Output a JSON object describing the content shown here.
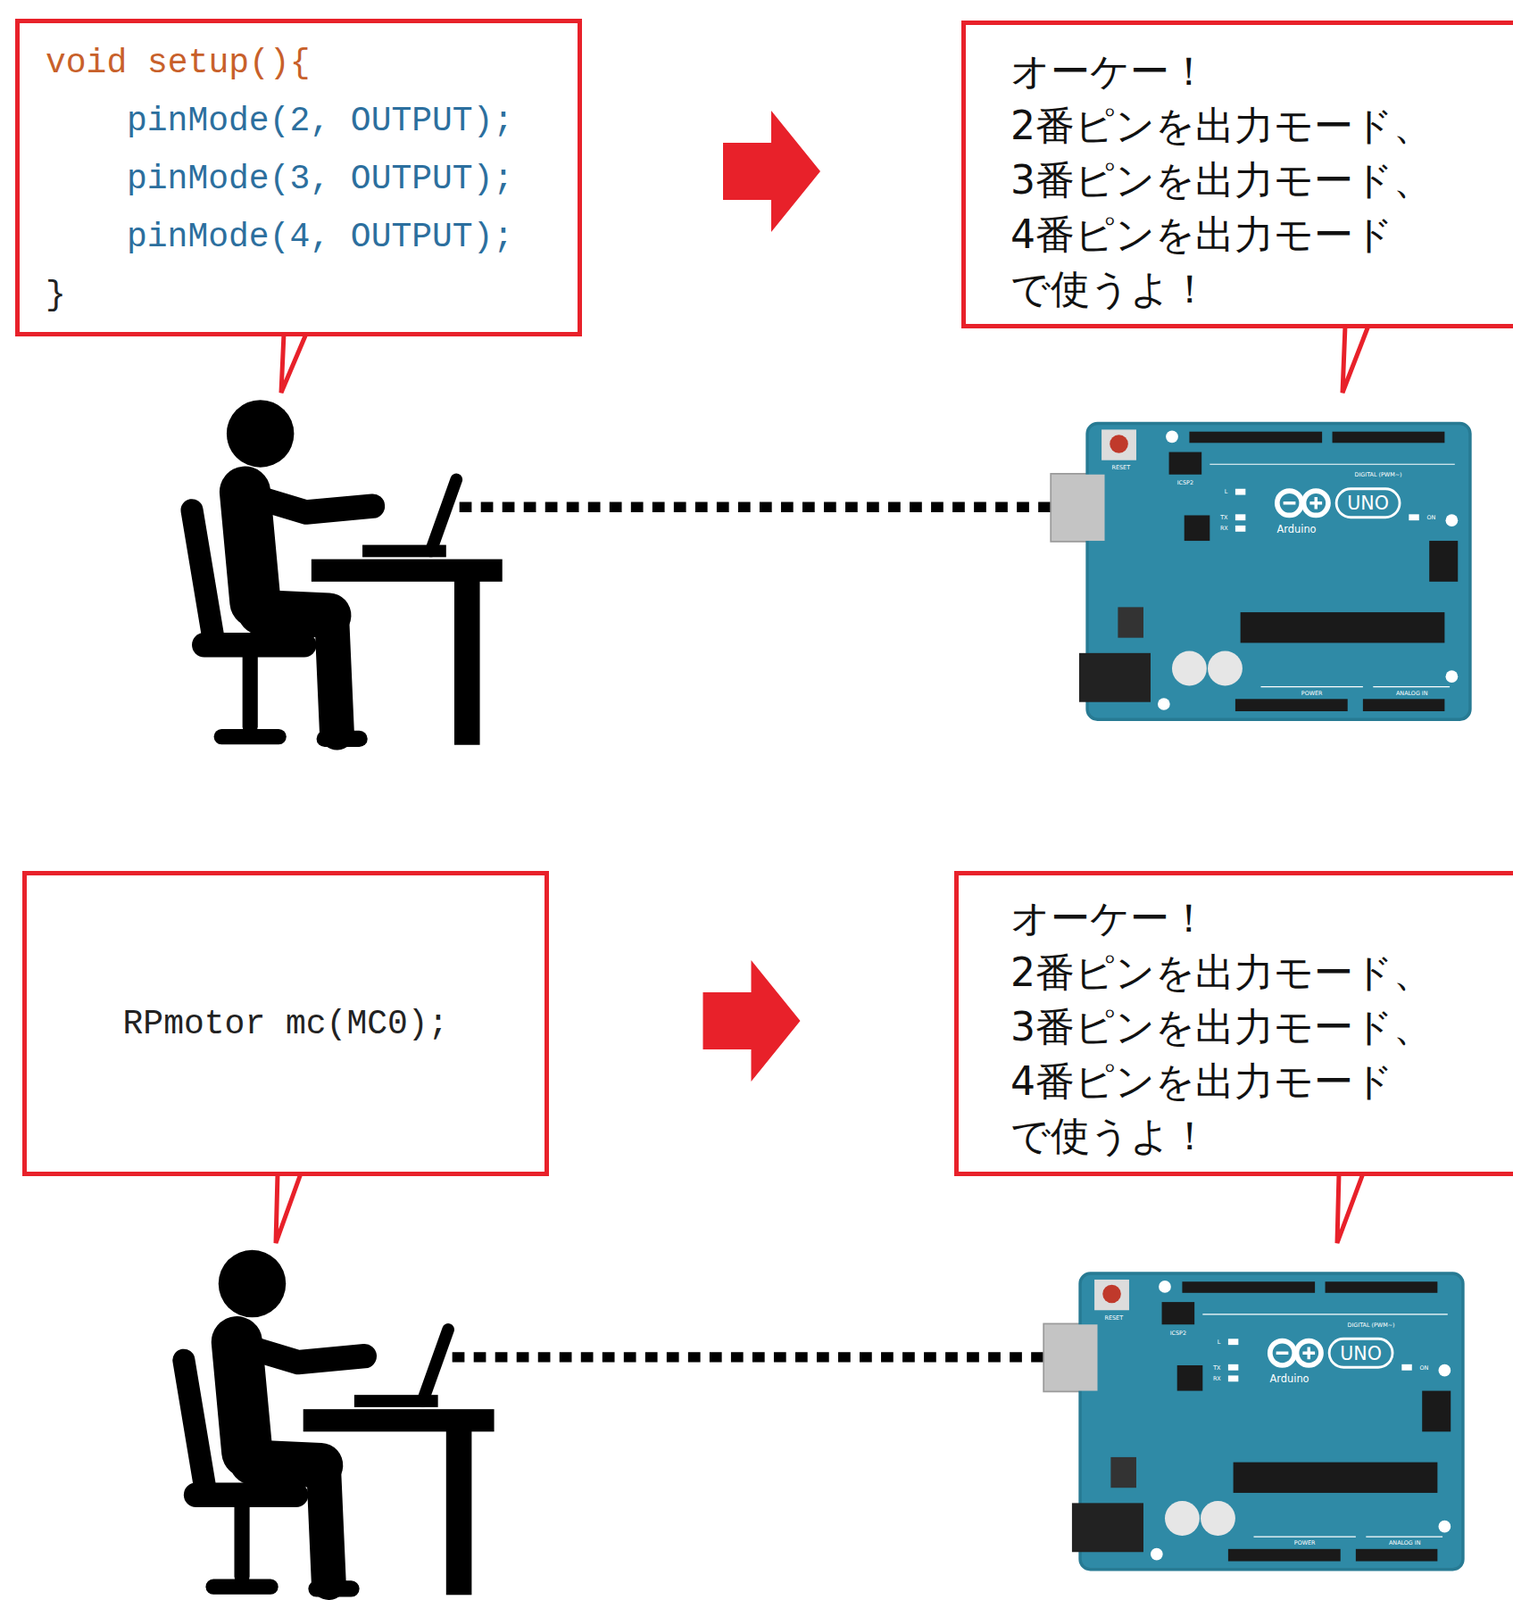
{
  "diagram": {
    "nodes": [
      {
        "text": [
          "void setup(){",
          "pinMode(2, OUTPUT);",
          "pinMode(3, OUTPUT);",
          "pinMode(4, OUTPUT);",
          "}"
        ]
      },
      {
        "text": [
          "オーケー！",
          "2番ピンを出力モード、",
          "3番ピンを出力モード、",
          "4番ピンを出力モード",
          "で使うよ！"
        ]
      },
      {
        "text": [
          "RPmotor mc(MC0);"
        ]
      },
      {
        "text": [
          "オーケー！",
          "2番ピンを出力モード、",
          "3番ピンを出力モード、",
          "4番ピンを出力モード",
          "で使うよ！"
        ]
      }
    ],
    "edges": [
      {
        "from": 0,
        "to": 1,
        "arrow": "to"
      },
      {
        "from": 2,
        "to": 3,
        "arrow": "to"
      }
    ],
    "labels": [
      "UNO",
      "Arduino",
      "RESET",
      "ICSP2",
      "DIGITAL (PWM~)",
      "POWER",
      "ANALOG IN",
      "TX",
      "RX",
      "L",
      "ON",
      "UNO",
      "Arduino",
      "RESET",
      "ICSP2",
      "DIGITAL (PWM~)",
      "POWER",
      "ANALOG IN",
      "TX",
      "RX",
      "L",
      "ON"
    ]
  }
}
